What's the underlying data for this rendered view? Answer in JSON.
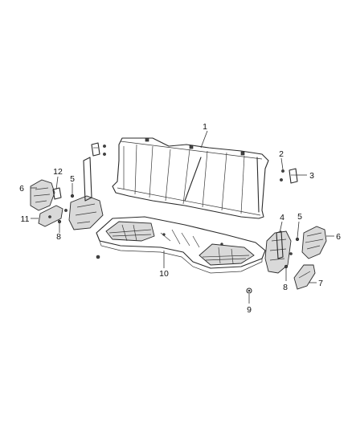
{
  "callouts": [
    {
      "id": "c1",
      "label": "1"
    },
    {
      "id": "c2",
      "label": "2"
    },
    {
      "id": "c3",
      "label": "3"
    },
    {
      "id": "c4",
      "label": "4"
    },
    {
      "id": "c5a",
      "label": "5"
    },
    {
      "id": "c5b",
      "label": "5"
    },
    {
      "id": "c6a",
      "label": "6"
    },
    {
      "id": "c6b",
      "label": "6"
    },
    {
      "id": "c7",
      "label": "7"
    },
    {
      "id": "c8a",
      "label": "8"
    },
    {
      "id": "c8b",
      "label": "8"
    },
    {
      "id": "c9",
      "label": "9"
    },
    {
      "id": "c10",
      "label": "10"
    },
    {
      "id": "c11",
      "label": "11"
    },
    {
      "id": "c12",
      "label": "12"
    }
  ]
}
